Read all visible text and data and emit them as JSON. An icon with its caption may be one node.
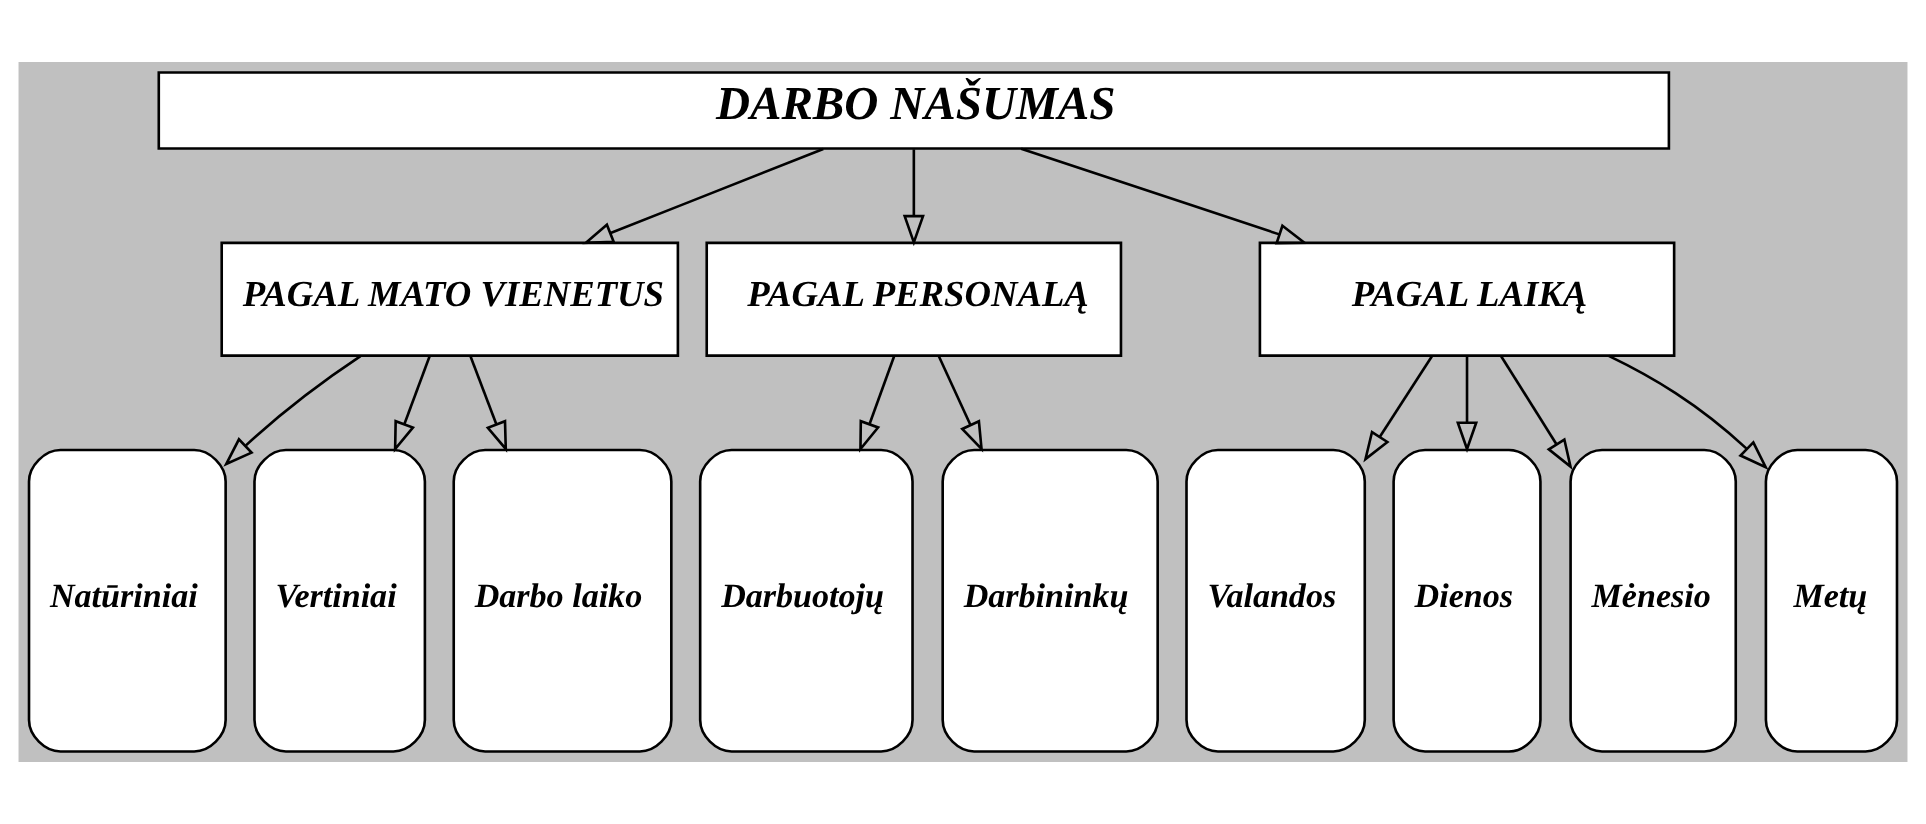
{
  "diagram": {
    "nodes": [
      {
        "text": [
          "DARBO NAŠUMAS"
        ]
      },
      {
        "text": [
          "PAGAL MATO VIENETUS"
        ]
      },
      {
        "text": [
          "PAGAL PERSONALĄ"
        ]
      },
      {
        "text": [
          "PAGAL LAIKĄ"
        ]
      },
      {
        "text": [
          "Natūriniai"
        ]
      },
      {
        "text": [
          "Vertiniai"
        ]
      },
      {
        "text": [
          "Darbo laiko"
        ]
      },
      {
        "text": [
          "Darbuotojų"
        ]
      },
      {
        "text": [
          "Darbininkų"
        ]
      },
      {
        "text": [
          "Valandos"
        ]
      },
      {
        "text": [
          "Dienos"
        ]
      },
      {
        "text": [
          "Mėnesio"
        ]
      },
      {
        "text": [
          "Metų"
        ]
      }
    ],
    "edges": [
      {
        "from": 0,
        "to": 1,
        "arrow": "to"
      },
      {
        "from": 0,
        "to": 2,
        "arrow": "to"
      },
      {
        "from": 0,
        "to": 3,
        "arrow": "to"
      },
      {
        "from": 1,
        "to": 4,
        "arrow": "to"
      },
      {
        "from": 1,
        "to": 5,
        "arrow": "to"
      },
      {
        "from": 1,
        "to": 6,
        "arrow": "to"
      },
      {
        "from": 2,
        "to": 7,
        "arrow": "to"
      },
      {
        "from": 2,
        "to": 8,
        "arrow": "to"
      },
      {
        "from": 3,
        "to": 9,
        "arrow": "to"
      },
      {
        "from": 3,
        "to": 10,
        "arrow": "to"
      },
      {
        "from": 3,
        "to": 11,
        "arrow": "to"
      },
      {
        "from": 3,
        "to": 12,
        "arrow": "to"
      }
    ]
  }
}
